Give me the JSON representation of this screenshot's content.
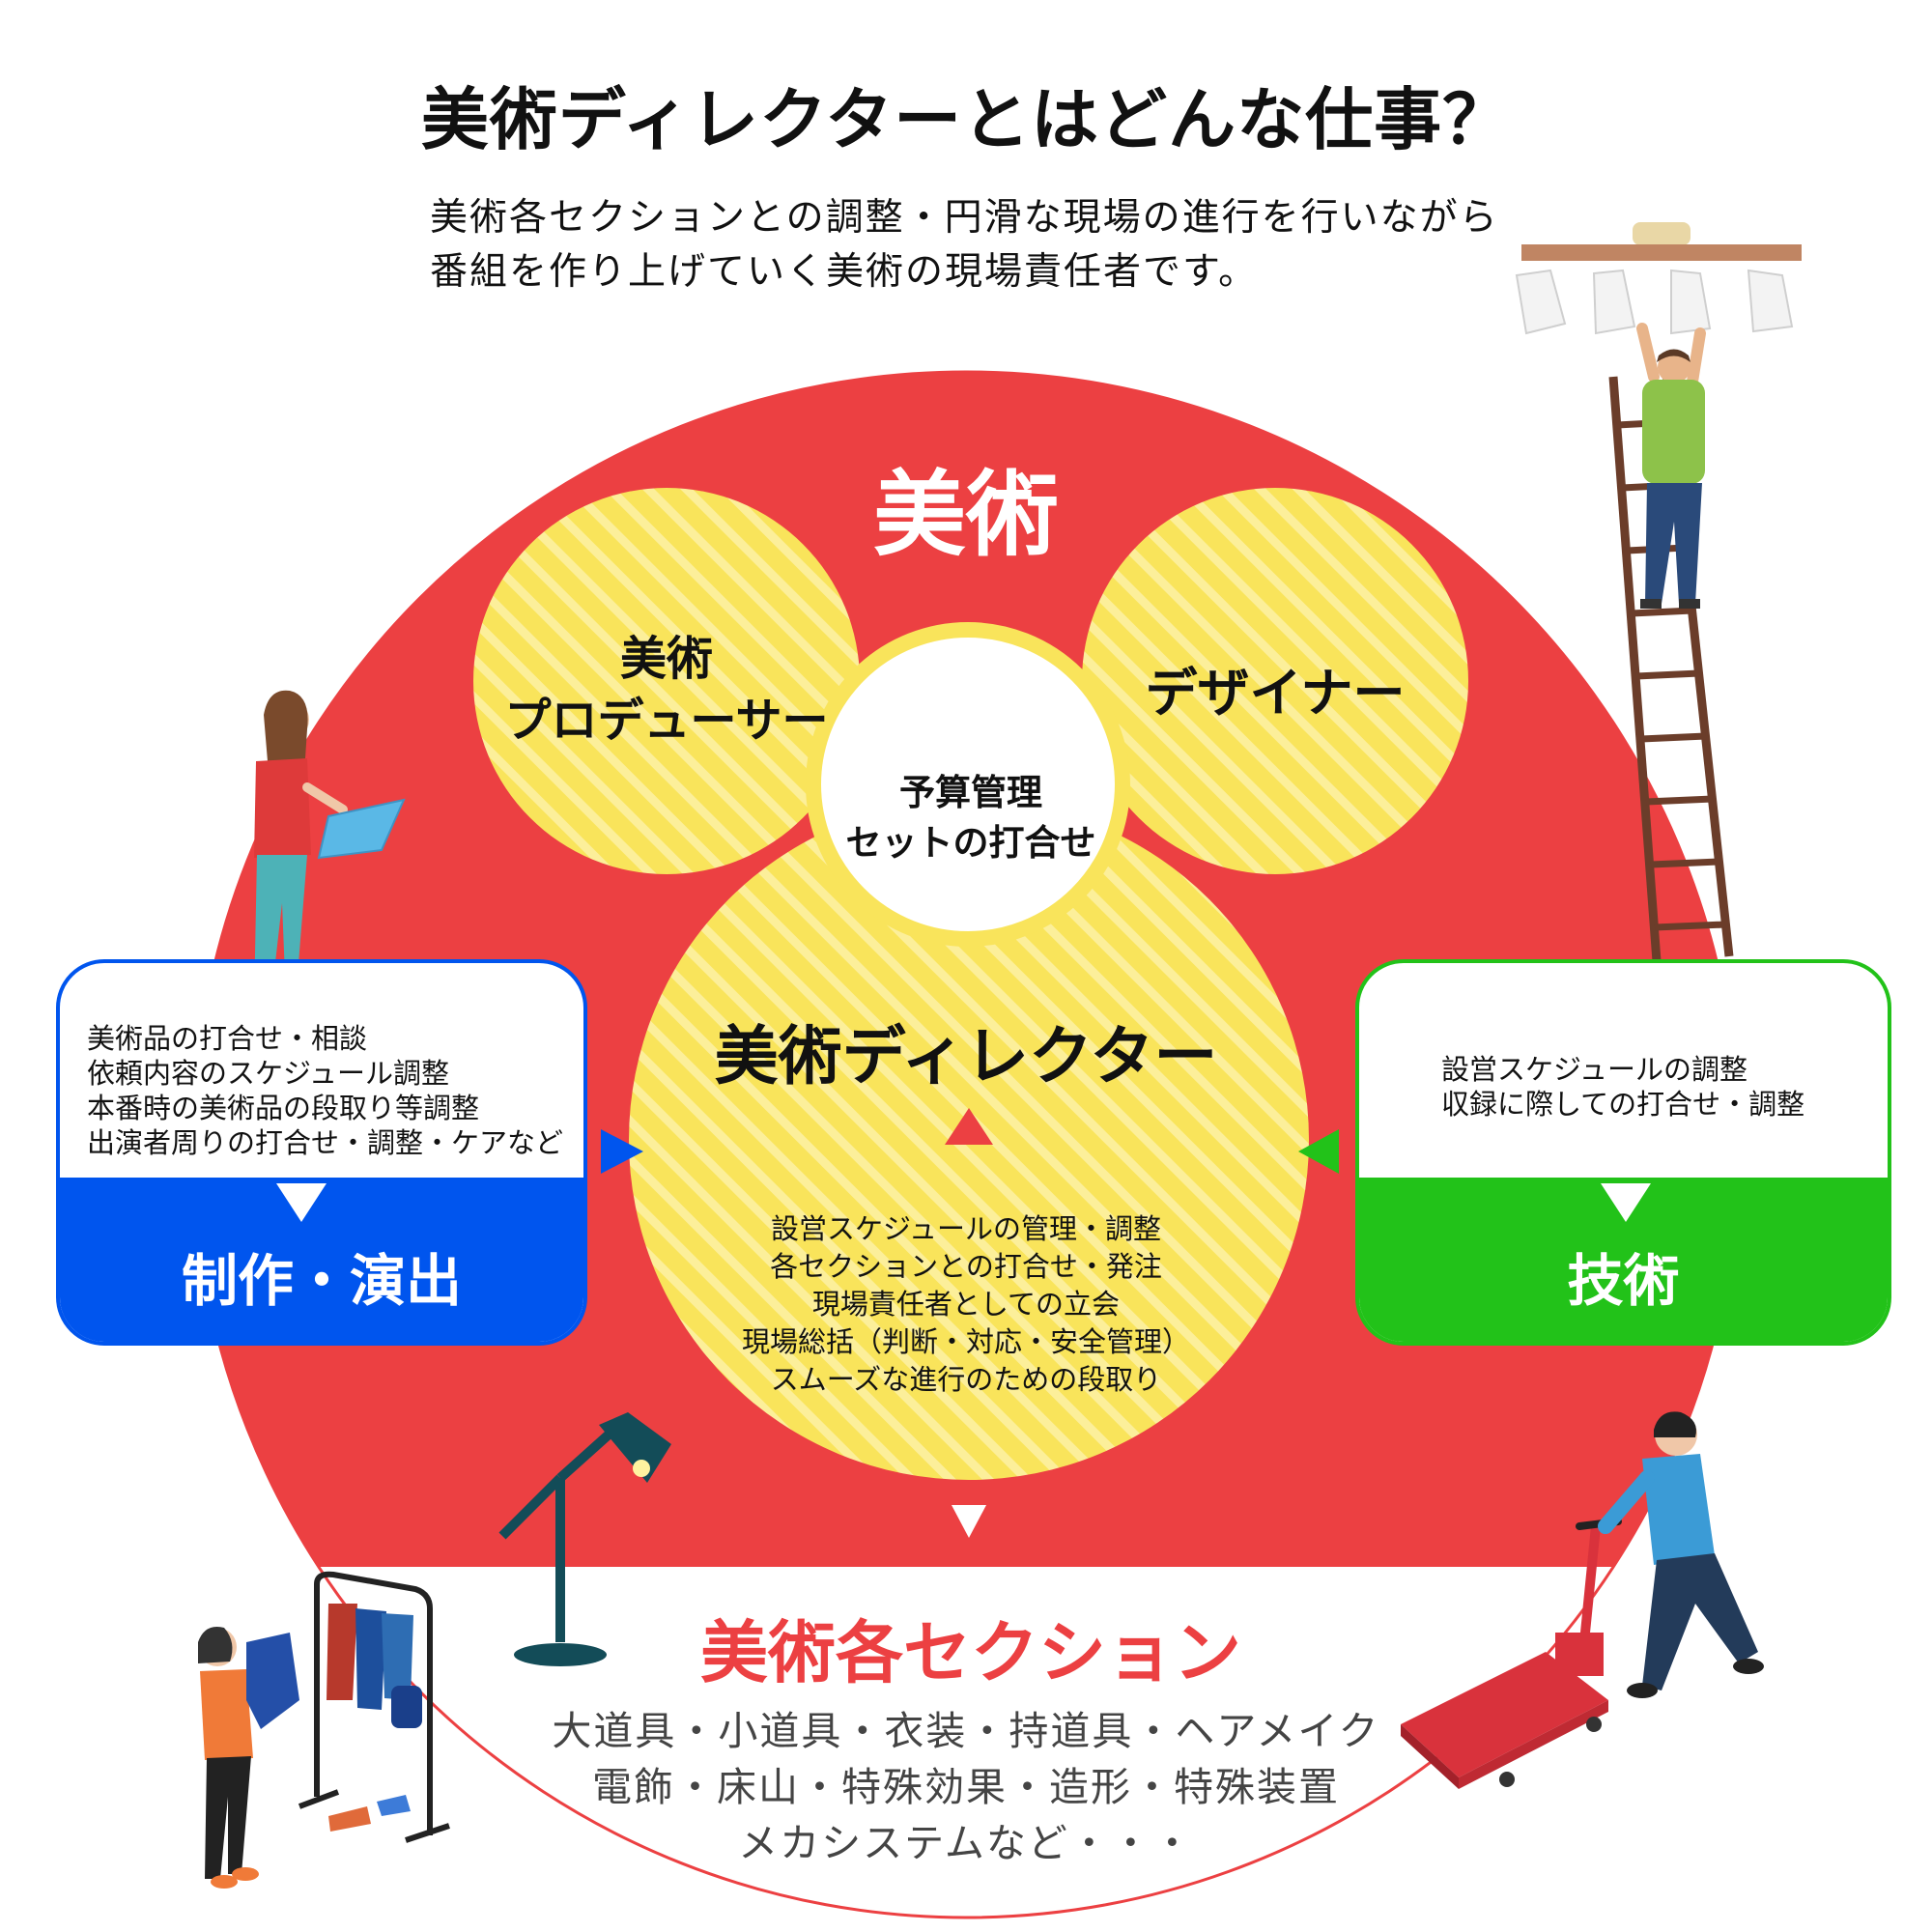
{
  "title": "美術ディレクターとはどんな仕事？",
  "subtitle": {
    "line1": "美術各セクションとの調整・円滑な現場の進行を行いながら",
    "line2": "番組を作り上げていく美術の現場責任者です。"
  },
  "art": {
    "label": "美術",
    "producer": {
      "line1": "美術",
      "line2": "プロデューサー"
    },
    "designer": "デザイナー",
    "center": {
      "line1": "予算管理",
      "line2": "セットの打合せ"
    },
    "director": {
      "label": "美術ディレクター",
      "tasks": [
        "設営スケジュールの管理・調整",
        "各セクションとの打合せ・発注",
        "現場責任者としての立会",
        "現場総括（判断・対応・安全管理）",
        "スムーズな進行のための段取り"
      ]
    }
  },
  "production": {
    "items": [
      "美術品の打合せ・相談",
      "依頼内容のスケジュール調整",
      "本番時の美術品の段取り等調整",
      "出演者周りの打合せ・調整・ケアなど"
    ],
    "label": "制作・演出"
  },
  "technical": {
    "items": [
      "設営スケジュールの調整",
      "収録に際しての打合せ・調整"
    ],
    "label": "技術"
  },
  "sections": {
    "title": "美術各セクション",
    "line1": "大道具・小道具・衣装・持道具・ヘアメイク",
    "line2": "電飾・床山・特殊効果・造形・特殊装置",
    "line3": "メカシステムなど・・・"
  },
  "colors": {
    "red": "#ec4042",
    "yellow": "#f9e45b",
    "blue": "#0055ee",
    "green": "#22c219"
  }
}
